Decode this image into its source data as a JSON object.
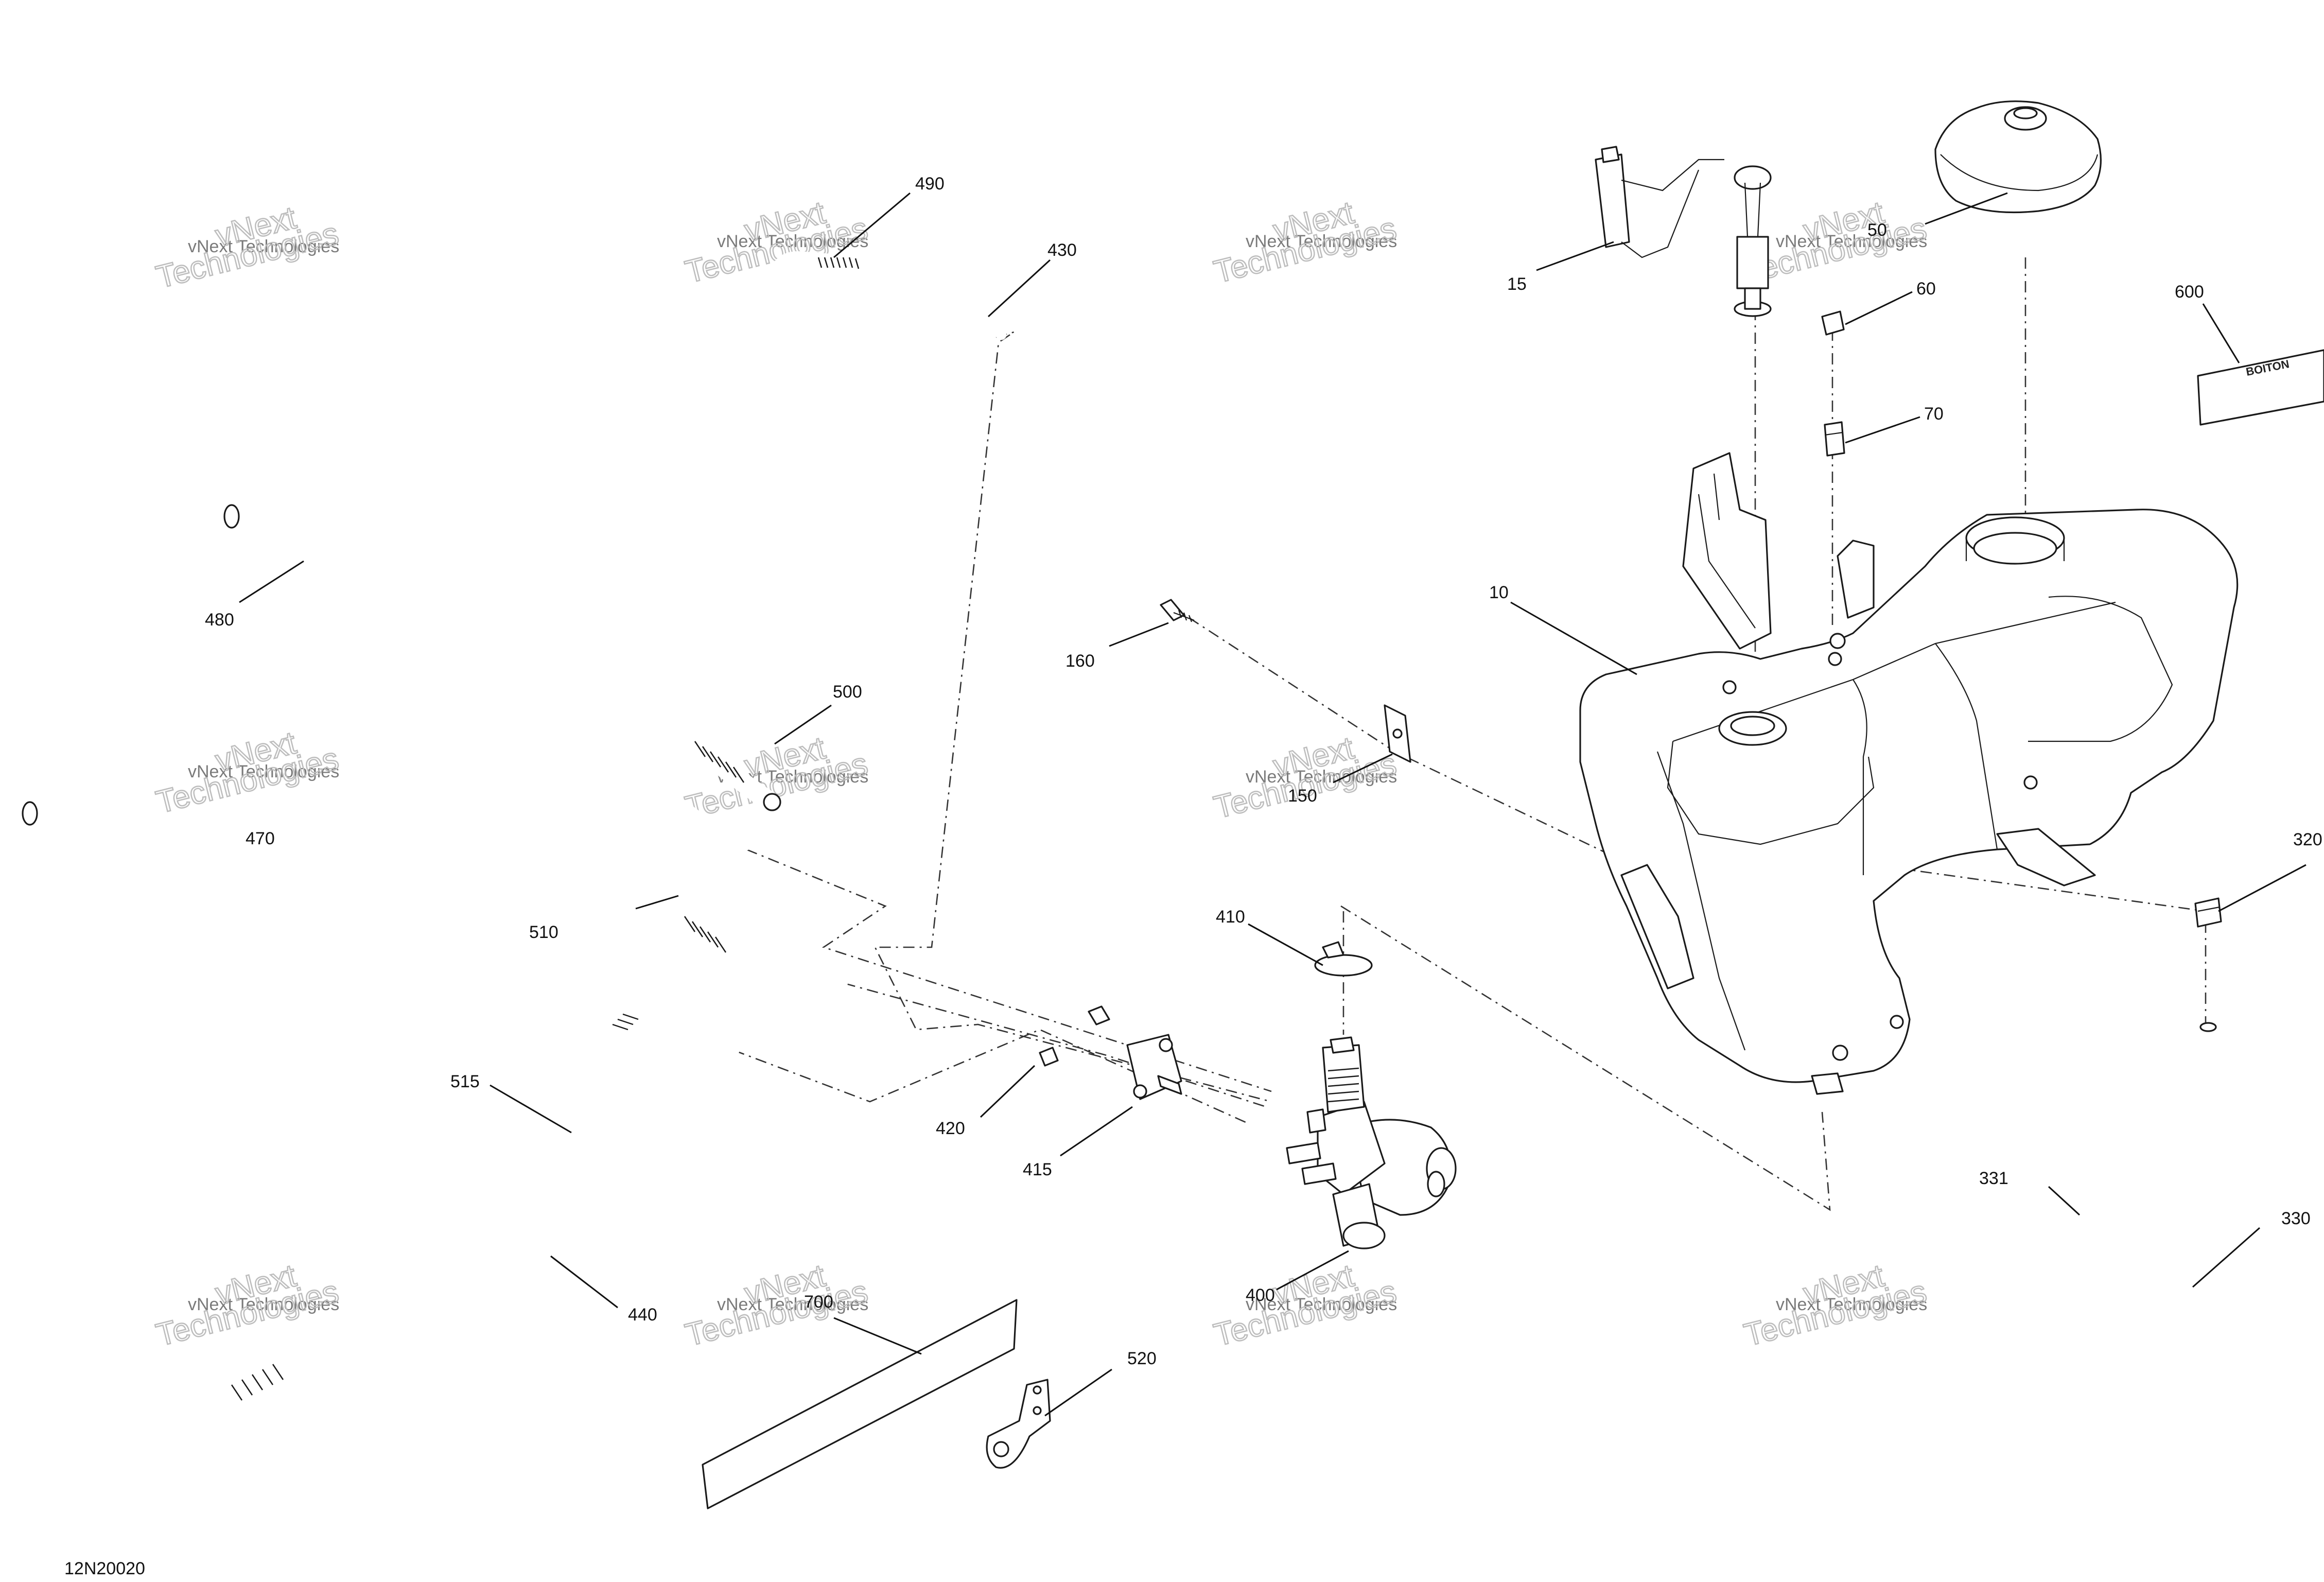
{
  "diagram": {
    "figure_id": "12N20020",
    "callouts": [
      "490",
      "430",
      "480",
      "500",
      "470",
      "510",
      "515",
      "440",
      "700",
      "520",
      "15",
      "50",
      "60",
      "600",
      "70",
      "10",
      "160",
      "150",
      "410",
      "420",
      "415",
      "400",
      "320",
      "331",
      "330"
    ],
    "watermark": {
      "line1": "vNext Technologies",
      "line2": "Technologies",
      "overlay": "vNext"
    },
    "sticker_text": "BOITON"
  }
}
